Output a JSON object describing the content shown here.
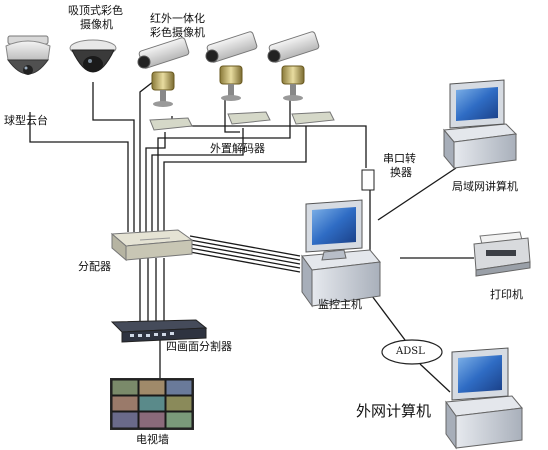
{
  "labels": {
    "dome_ptz": "球型云台",
    "ceiling_cam": [
      "吸顶式彩色",
      "摄像机"
    ],
    "ir_cam": [
      "红外一体化",
      "彩色摄像机"
    ],
    "ext_decoder": "外置解码器",
    "serial_converter": [
      "串口转",
      "换器"
    ],
    "lan_pc": "局域网讲算机",
    "distributor": "分配器",
    "host": "监控主机",
    "printer": "打印机",
    "adsl": "ADSL",
    "splitter": "四画面分割器",
    "external_pc": "外网计算机",
    "tv_wall": "电视墙"
  },
  "colors": {
    "line": "#1a1a1a",
    "monitor_frame": "#d9dde3",
    "screen": "#2a5fb0",
    "case": "#c9ced6",
    "device_gray": "#cfd2c8",
    "splitter_dark": "#2e3340"
  },
  "icons": [
    "dome-camera-icon",
    "ceiling-camera-icon",
    "ir-camera-icon",
    "decoder-icon",
    "computer-icon",
    "printer-icon",
    "distributor-icon",
    "splitter-icon",
    "tv-wall-icon",
    "serial-converter-icon"
  ]
}
